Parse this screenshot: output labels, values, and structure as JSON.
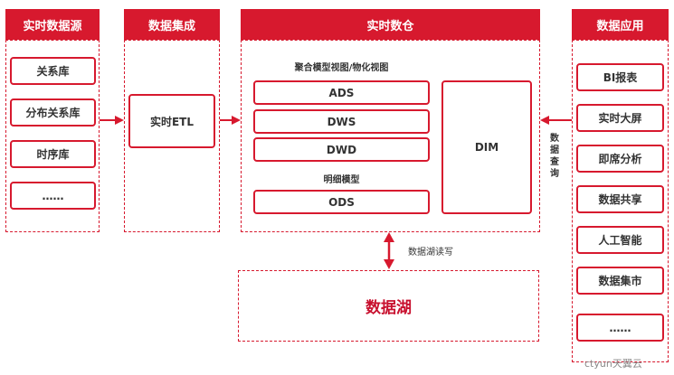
{
  "sources": {
    "header": "实时数据源",
    "items": [
      "关系库",
      "分布关系库",
      "时序库",
      "……"
    ]
  },
  "integration": {
    "header": "数据集成",
    "etl": "实时ETL"
  },
  "warehouse": {
    "header": "实时数仓",
    "aggregate_label": "聚合模型视图/物化视图",
    "ads": "ADS",
    "dws": "DWS",
    "dwd": "DWD",
    "detail_label": "明细模型",
    "ods": "ODS",
    "dim": "DIM"
  },
  "query_label": [
    "数",
    "据",
    "查",
    "询"
  ],
  "lake": {
    "label": "数据湖",
    "rw_label": "数据湖读写"
  },
  "apps": {
    "header": "数据应用",
    "items": [
      "BI报表",
      "实时大屏",
      "即席分析",
      "数据共享",
      "人工智能",
      "数据集市",
      "……"
    ]
  },
  "watermark": "ctyun天翼云",
  "colors": {
    "brand_red": "#d7192e"
  }
}
